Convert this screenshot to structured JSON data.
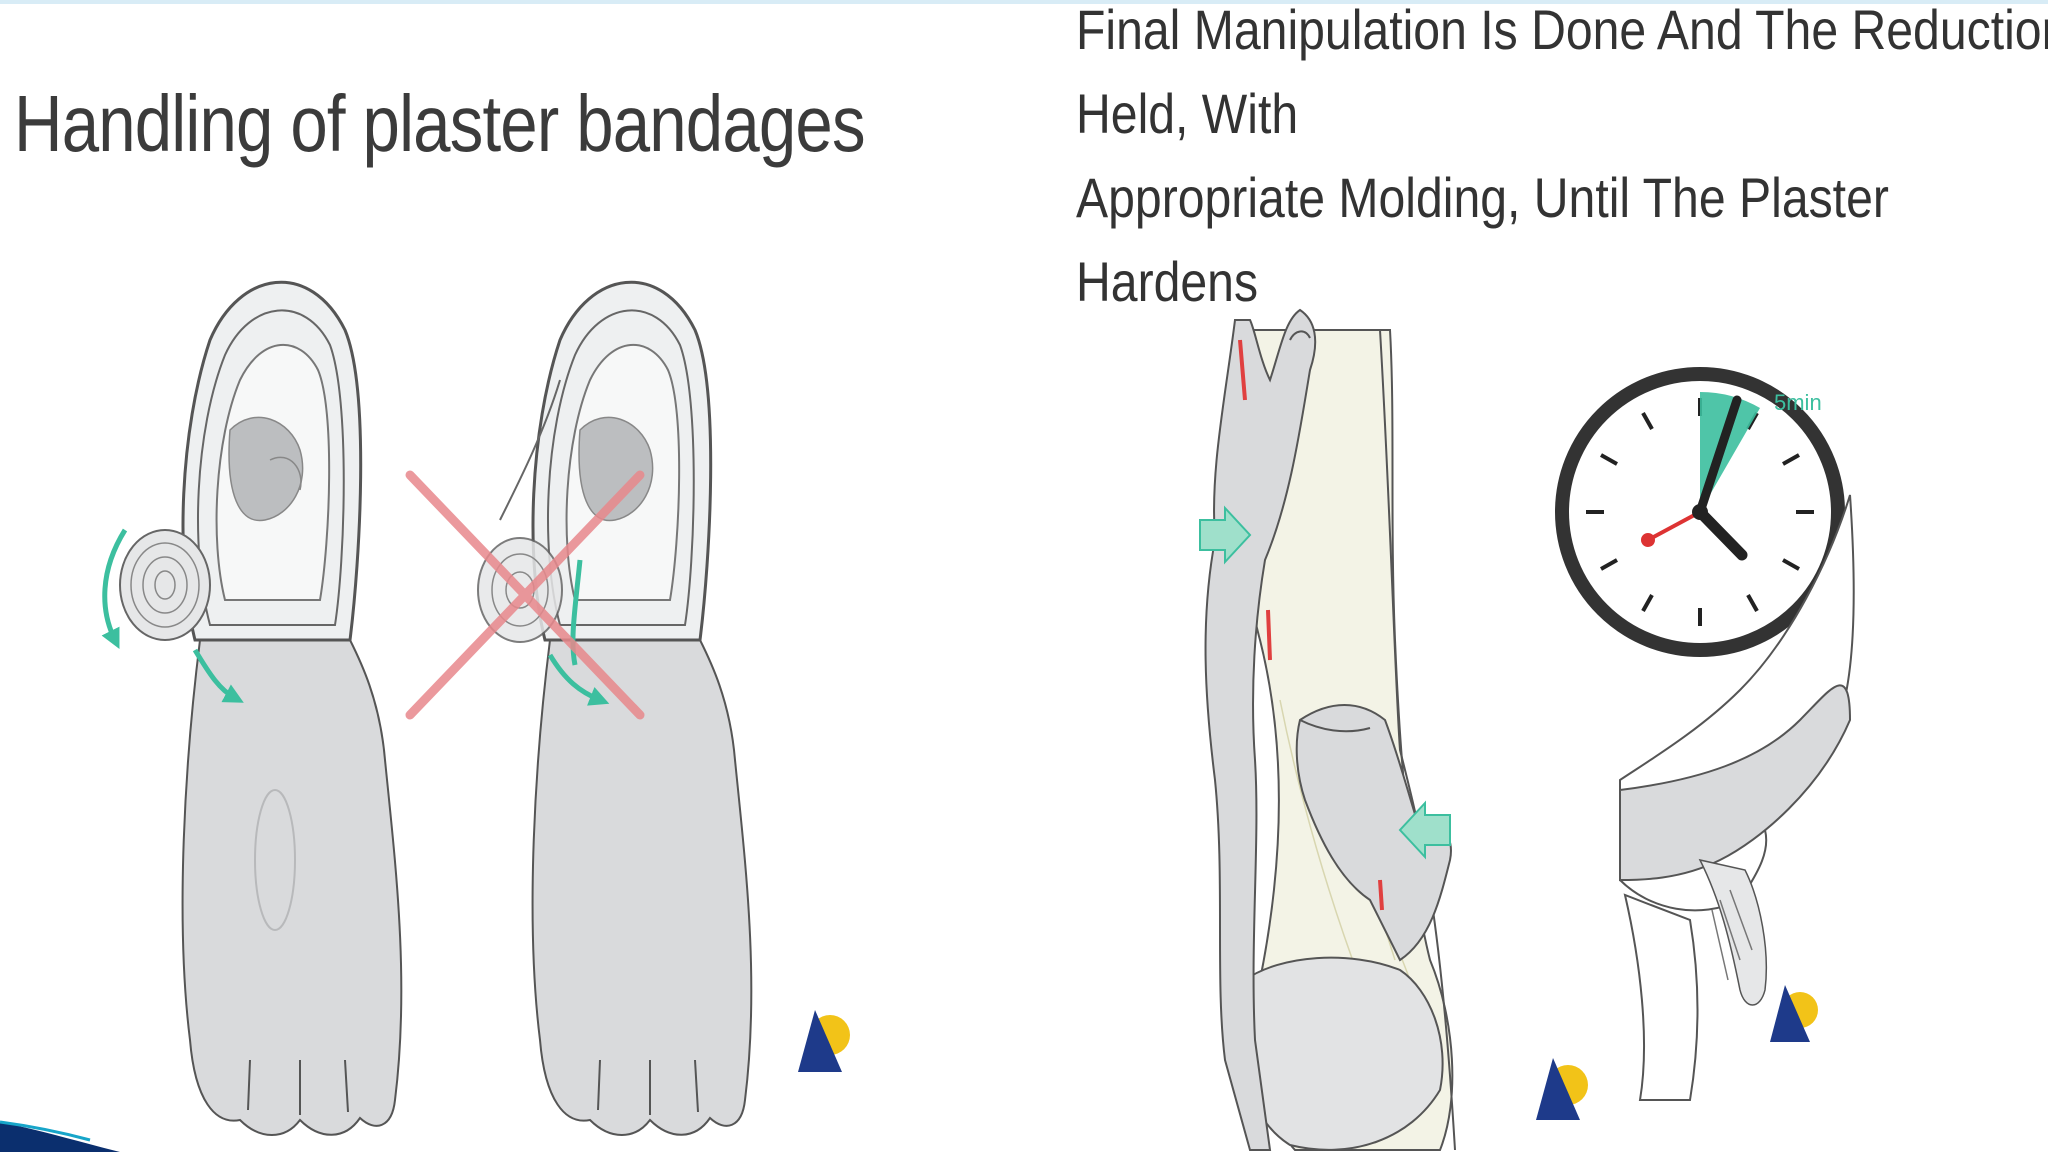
{
  "left_panel": {
    "title": "Handling of plaster bandages"
  },
  "right_panel": {
    "title_lines": [
      "Final Manipulation Is Done And The Reduction",
      "Held, With",
      "Appropriate Molding, Until The Plaster",
      "Hardens"
    ],
    "clock_label": "5min"
  },
  "colors": {
    "title_text": "#3b3b3b",
    "illustration_fill": "#d9dadc",
    "outline": "#555555",
    "cross": "#e8888c",
    "arrow_teal": "#3cbf9f",
    "accent_red": "#e04040",
    "logo_blue": "#1e3a8a",
    "logo_yellow": "#f2c318"
  },
  "icons": {
    "cross": "cross-icon",
    "logo": "logo-icon",
    "clock": "clock-icon"
  }
}
